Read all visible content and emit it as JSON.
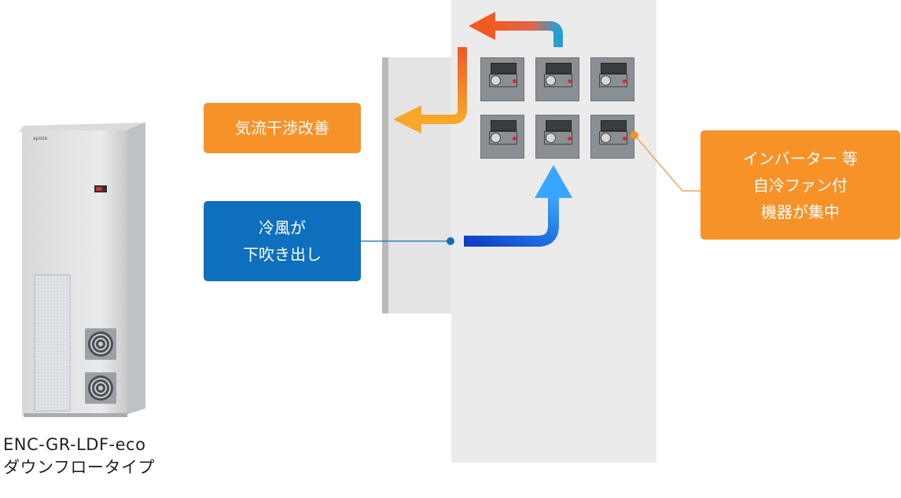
{
  "product": {
    "model": "ENC-GR-LDF-eco",
    "type": "ダウンフロータイプ",
    "logo": "APISTE"
  },
  "callouts": {
    "airflow": "気流干渉改善",
    "cold_air": [
      "冷風が",
      "下吹き出し"
    ],
    "devices": [
      "インバーター 等",
      "自冷ファン付",
      "機器が集中"
    ]
  },
  "colors": {
    "orange": "#f79228",
    "blue": "#0e6fbe",
    "cabinet": "#ebebeb",
    "device": "#8a8f94"
  }
}
